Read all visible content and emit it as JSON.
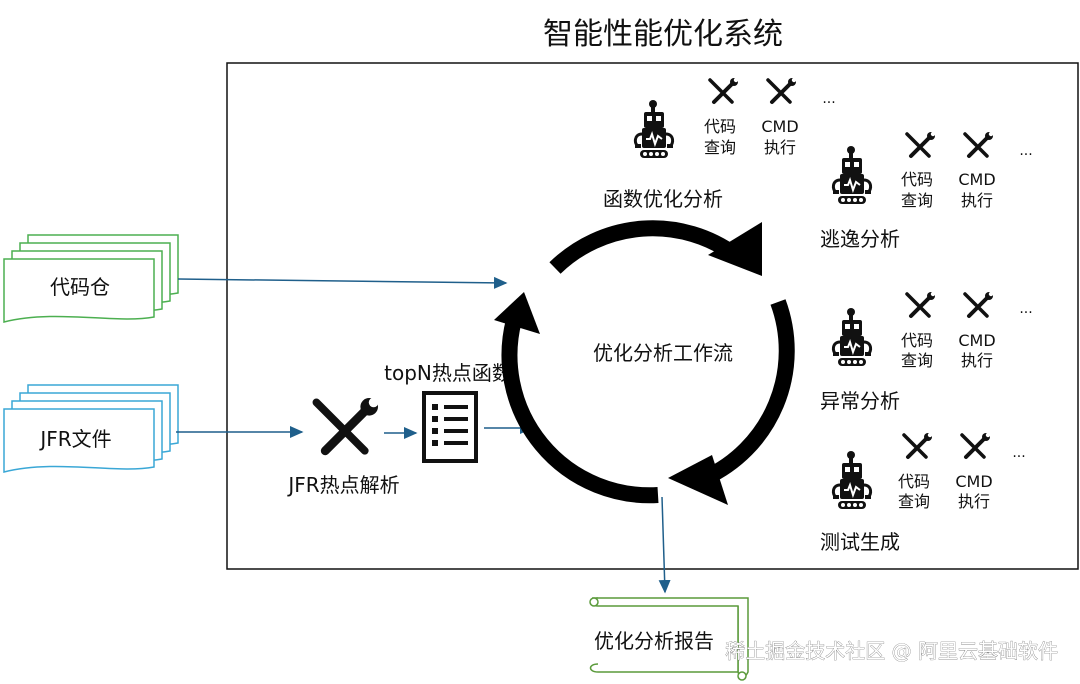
{
  "title": "智能性能优化系统",
  "inputs": {
    "repo": "代码仓",
    "jfr_file": "JFR文件"
  },
  "pipeline": {
    "jfr_parse": "JFR热点解析",
    "topn": "topN热点函数",
    "workflow": "优化分析工作流"
  },
  "agents": [
    {
      "label": "函数优化分析",
      "tools": [
        "代码\n查询",
        "CMD\n执行"
      ],
      "more": "..."
    },
    {
      "label": "逃逸分析",
      "tools": [
        "代码\n查询",
        "CMD\n执行"
      ],
      "more": "..."
    },
    {
      "label": "异常分析",
      "tools": [
        "代码\n查询",
        "CMD\n执行"
      ],
      "more": "..."
    },
    {
      "label": "测试生成",
      "tools": [
        "代码\n查询",
        "CMD\n执行"
      ],
      "more": "..."
    }
  ],
  "tool_lines": {
    "code_1": "代码",
    "code_2": "查询",
    "cmd_1": "CMD",
    "cmd_2": "执行"
  },
  "output": "优化分析报告",
  "watermark": "稀土掘金技术社区 @ 阿里云基础软件",
  "colors": {
    "repo_border": "#4caf50",
    "jfr_border": "#3aa7d6",
    "arrow": "#1f5f8b",
    "scroll_border": "#5a9a3a",
    "cycle": "#000000"
  }
}
